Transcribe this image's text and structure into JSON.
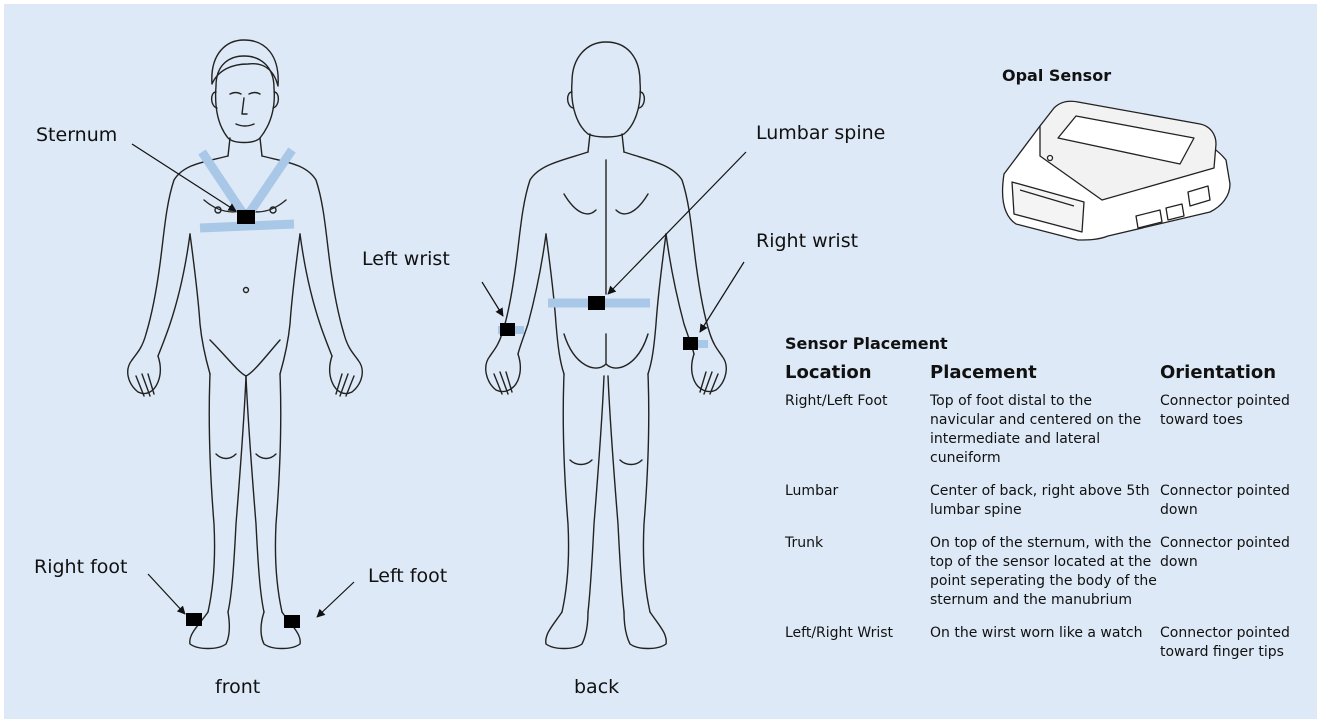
{
  "labels": {
    "sternum": "Sternum",
    "lumbar_spine": "Lumbar spine",
    "left_wrist": "Left wrist",
    "right_wrist": "Right wrist",
    "right_foot": "Right foot",
    "left_foot": "Left foot",
    "front": "front",
    "back": "back"
  },
  "sensor_title": "Opal Sensor",
  "placement": {
    "title": "Sensor Placement",
    "headers": [
      "Location",
      "Placement",
      "Orientation"
    ],
    "rows": [
      {
        "location": "Right/Left Foot",
        "placement": "Top of foot distal to the navicular and centered on the intermediate and lateral cuneiform",
        "orientation": "Connector pointed toward toes"
      },
      {
        "location": "Lumbar",
        "placement": "Center of back, right above 5th lumbar spine",
        "orientation": "Connector pointed down"
      },
      {
        "location": "Trunk",
        "placement": "On top of the sternum, with the top of the sensor located at the point seperating the body of the sternum and the manubrium",
        "orientation": "Connector pointed down"
      },
      {
        "location": "Left/Right Wrist",
        "placement": "On the wirst worn like a watch",
        "orientation": "Connector pointed toward finger tips"
      }
    ]
  },
  "colors": {
    "background": "#dde9f6",
    "strap": "#a9c7e6",
    "sensor": "#000000",
    "outline": "#222222"
  }
}
